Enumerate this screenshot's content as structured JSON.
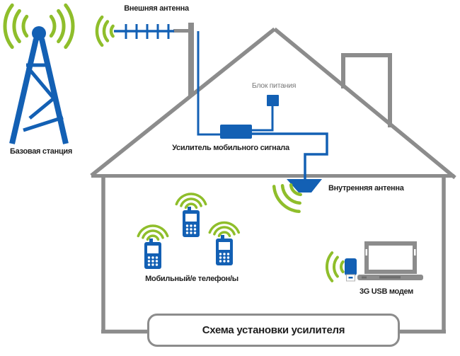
{
  "diagram": {
    "labels": {
      "external_antenna": "Внешняя антенна",
      "base_station": "Базовая станция",
      "power_supply": "Блок питания",
      "amplifier": "Усилитель мобильного сигнала",
      "internal_antenna": "Внутренняя антенна",
      "mobile_phones": "Мобильный/е телефон/ы",
      "usb_modem": "3G USB модем",
      "banner_title": "Схема установки усилителя"
    },
    "colors": {
      "device_blue": "#1360b4",
      "signal_green": "#8fbe2b",
      "house_gray": "#8c8c8c",
      "muted_label_gray": "#7a7a7a",
      "text_black": "#1f1f1f"
    },
    "icons": {
      "cell-tower-icon": "lattice tower with bulb top",
      "signal-waves-icon": "three green arcs",
      "yagi-antenna-icon": "boom with five elements",
      "power-supply-icon": "small blue square",
      "amplifier-icon": "blue rectangle",
      "indoor-antenna-icon": "blue trapezoid pointing down",
      "mobile-phone-icon": "blue handset with keypad",
      "usb-modem-icon": "blue usb stick",
      "laptop-icon": "gray notebook computer",
      "house-icon": "house outline with chimney"
    }
  }
}
